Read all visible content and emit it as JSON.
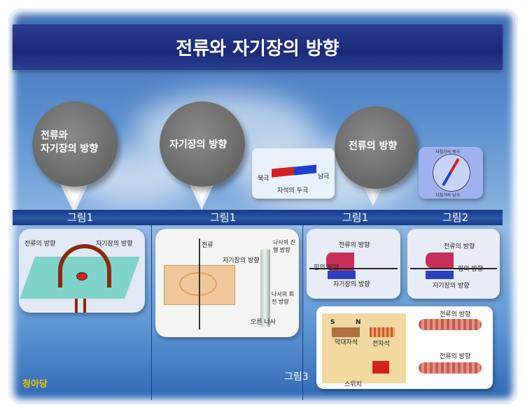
{
  "title": "전류와 자기장의 방향",
  "pins": [
    {
      "text_line1": "전류와",
      "text_line2": "자기장의 방향"
    },
    {
      "text": "자기장의 방향"
    },
    {
      "text": "전류의 방향"
    }
  ],
  "timeline_labels": [
    "그림1",
    "그림1",
    "그림1",
    "그림2"
  ],
  "figure3_label": "그림3",
  "credit": "청아당",
  "fig_magnet": {
    "north": "북극",
    "south": "남극",
    "caption": "자석의 두극"
  },
  "fig_compass": {
    "top": "자침가의 북극",
    "bottom": "자침가의 남극"
  },
  "fig1": {
    "current_dir": "전류의 방향",
    "field_dir": "자기장의 방향"
  },
  "fig2": {
    "current": "전류",
    "field": "자기장의 방향",
    "screw_advance": "나사의 진행 방향",
    "screw_rotate": "나사의 회전 방향",
    "screw": "오른 나사"
  },
  "fig3": {
    "current_dir": "전류의 방향",
    "force_dir": "힘의 방향",
    "field_dir": "자기장의 방향"
  },
  "fig4": {
    "current_dir": "전류의 방향",
    "force_dir": "힘의 방향",
    "field_dir": "자기장의 방향"
  },
  "fig5": {
    "bar_magnet": "막대자석",
    "electromagnet": "전자석",
    "switch": "스위치",
    "current_dir_a": "전류의 방향",
    "current_dir_b": "전류의 방향",
    "s": "S",
    "n": "N"
  }
}
